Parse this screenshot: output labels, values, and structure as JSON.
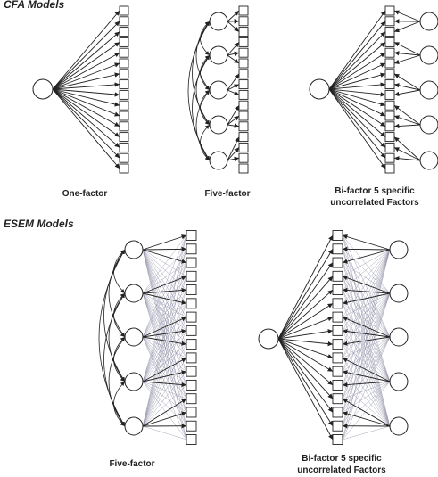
{
  "sections": {
    "cfa": {
      "title": "CFA Models",
      "captions": {
        "one_factor": "One-factor",
        "five_factor": "Five-factor",
        "bifactor_line1": "Bi-factor 5 specific",
        "bifactor_line2": "uncorrelated Factors"
      }
    },
    "esem": {
      "title": "ESEM Models",
      "captions": {
        "five_factor": "Five-factor",
        "bifactor_line1": "Bi-factor 5 specific",
        "bifactor_line2": "uncorrelated Factors"
      }
    }
  },
  "colors": {
    "stroke": "#222222",
    "light_stroke": "#9a9ab0",
    "background": "#ffffff"
  }
}
